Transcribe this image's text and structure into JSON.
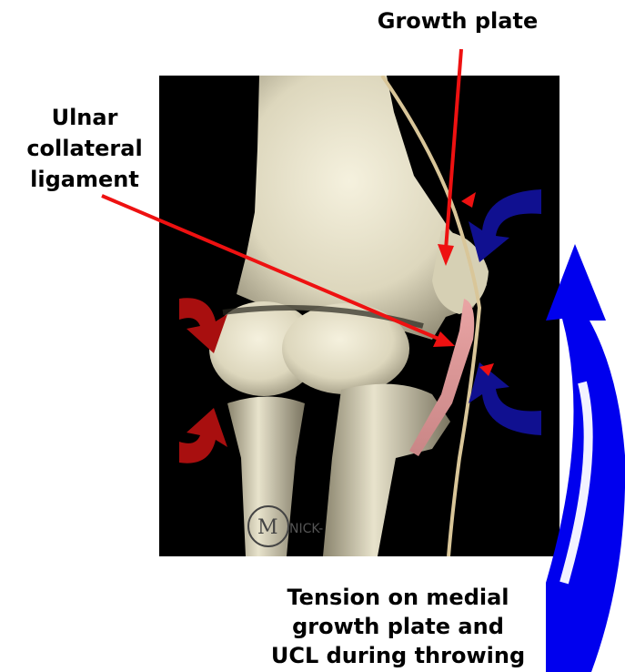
{
  "labels": {
    "growth_plate": "Growth plate",
    "ucl_line1": "Ulnar",
    "ucl_line2": "collateral",
    "ucl_line3": "ligament",
    "tension_line1": "Tension on medial",
    "tension_line2": "growth plate and",
    "tension_line3": "UCL during throwing"
  },
  "watermark": "NICK-",
  "colors": {
    "pointer_red": "#ee1111",
    "rotation_blue": "#0000ee",
    "compression_red": "#a80f0f",
    "tension_dark_blue": "#101090",
    "background": "#000000",
    "bone": "#e9e4cf"
  }
}
